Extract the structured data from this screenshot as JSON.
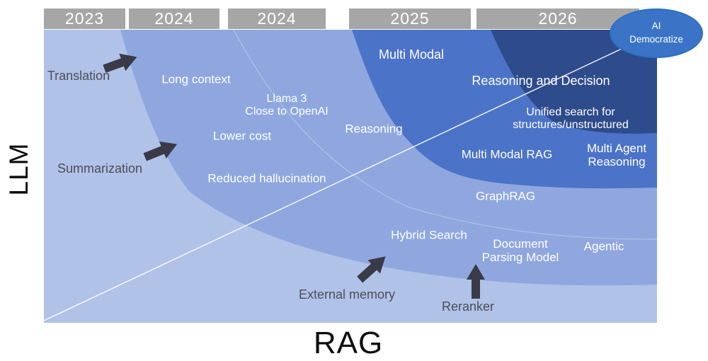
{
  "axes": {
    "y": "LLM",
    "x": "RAG"
  },
  "years": [
    "2023",
    "2024",
    "2024",
    "2025",
    "2026"
  ],
  "bubble": {
    "line1": "AI",
    "line2": "Democratize"
  },
  "labels": {
    "translation": "Translation",
    "summarization": "Summarization",
    "long_context": "Long context",
    "llama3_l1": "Llama 3",
    "llama3_l2": "Close to OpenAI",
    "lower_cost": "Lower cost",
    "reduced_hallucination": "Reduced hallucination",
    "reasoning": "Reasoning",
    "multi_modal": "Multi Modal",
    "reasoning_decision": "Reasoning and Decision",
    "unified_l1": "Unified search for",
    "unified_l2": "structures/unstructured",
    "multi_modal_rag": "Multi Modal RAG",
    "multi_agent_l1": "Multi Agent",
    "multi_agent_l2": "Reasoning",
    "graphrag": "GraphRAG",
    "hybrid_search": "Hybrid Search",
    "doc_parsing_l1": "Document",
    "doc_parsing_l2": "Parsing Model",
    "agentic": "Agentic",
    "external_memory": "External memory",
    "reranker": "Reranker"
  },
  "colors": {
    "band_outer": "#b0c2e8",
    "band_mid": "#8fa7de",
    "band_strong": "#4b73c8",
    "band_core": "#2e4b8c",
    "year_bar": "#a6a6a6",
    "bubble_fill": "#3b74c6",
    "bubble_stroke": "#2a71c2",
    "arrow": "#3a3a48",
    "dark_text": "#4d4d55",
    "white_text": "#ffffff",
    "divider_line": "#ffffff"
  }
}
